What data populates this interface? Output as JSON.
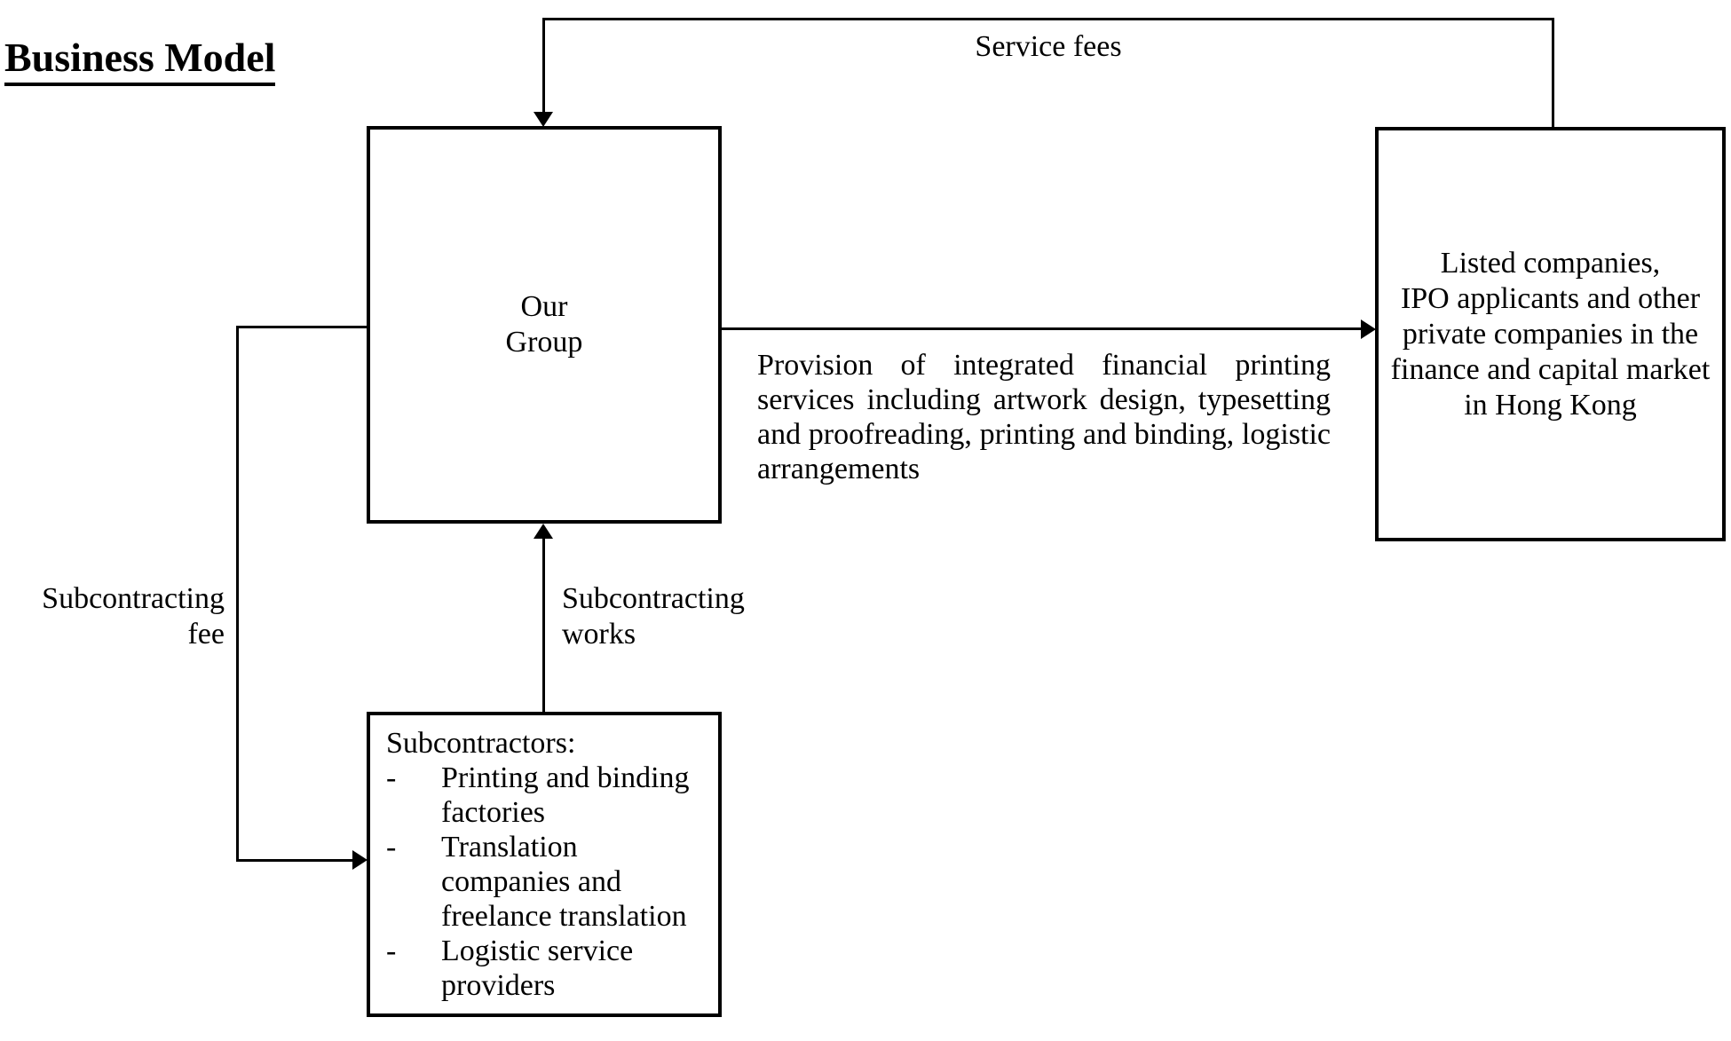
{
  "title": "Business Model",
  "colors": {
    "ink": "#000000",
    "background": "#ffffff"
  },
  "boxes": {
    "our_group": {
      "lines": [
        "Our",
        "Group"
      ]
    },
    "clients": {
      "lines": [
        "Listed companies,",
        "IPO applicants and other",
        "private companies in the",
        "finance and capital market",
        "in Hong Kong"
      ]
    },
    "subcontractors": {
      "heading": "Subcontractors:",
      "bullet": "-",
      "items": [
        {
          "lines": [
            "Printing and binding",
            "factories"
          ]
        },
        {
          "lines": [
            "Translation",
            "companies and",
            "freelance translation"
          ]
        },
        {
          "lines": [
            "Logistic service",
            "providers"
          ]
        }
      ]
    }
  },
  "labels": {
    "service_fees": "Service fees",
    "provision": {
      "lines": [
        "Provision of integrated financial printing",
        "services including artwork design, typesetting",
        "and proofreading, printing and binding, logistic",
        "arrangements"
      ]
    },
    "subcontracting_fee": {
      "lines": [
        "Subcontracting",
        "fee"
      ]
    },
    "subcontracting_works": {
      "lines": [
        "Subcontracting",
        "works"
      ]
    }
  }
}
